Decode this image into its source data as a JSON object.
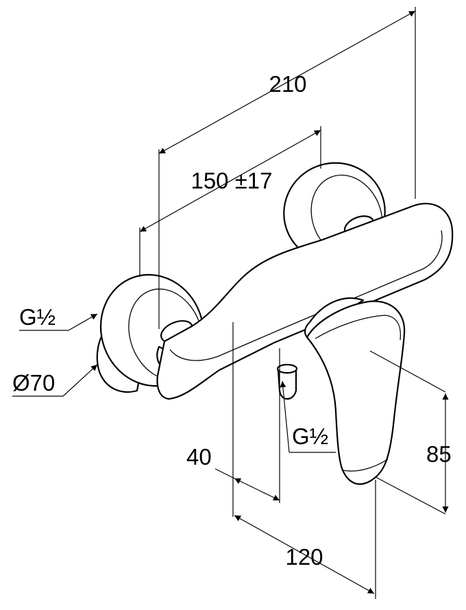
{
  "dimensions": {
    "overall_length": "210",
    "connection_spacing": "150 ±17",
    "thread_left": "G½",
    "escutcheon_diameter": "Ø70",
    "thread_outlet": "G½",
    "wall_to_outlet": "40",
    "projection": "120",
    "lever_height": "85"
  }
}
